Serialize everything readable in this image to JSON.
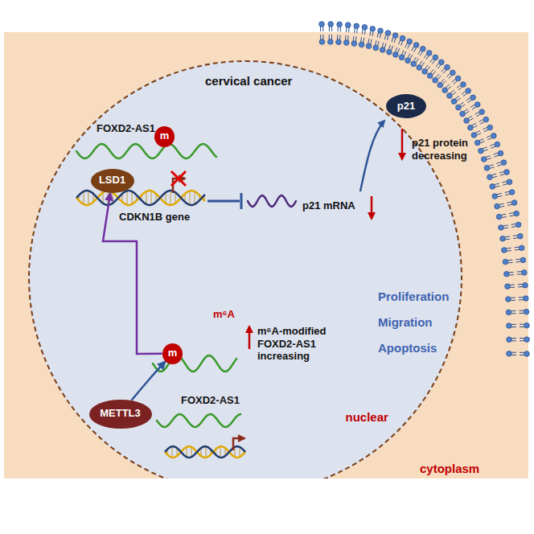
{
  "diagram": {
    "nodes": [
      {
        "text": [
          "cervical cancer",
          "cytoplasm"
        ]
      },
      {
        "text": [
          "nuclear"
        ],
        "in": 0
      },
      {
        "text": [
          "m"
        ],
        "in": 1
      },
      {
        "text": [
          "LSD1"
        ],
        "in": 1
      },
      {
        "text": [
          "p21"
        ],
        "in": 0
      },
      {
        "text": [
          "m"
        ],
        "in": 1
      },
      {
        "text": [
          "METTL3"
        ],
        "in": 1
      }
    ],
    "edges": [
      {
        "from": 6,
        "to": 5,
        "arrow": "to"
      },
      {
        "from": 5,
        "to": 3,
        "arrow": "to"
      }
    ],
    "labels": [
      "FOXD2-AS1",
      "CDKN1B gene",
      "p21 mRNA",
      "p21 protein decreasing",
      "m⁶A",
      "m⁶A-modified FOXD2-AS1 increasing",
      "FOXD2-AS1",
      "Proliferation",
      "Migration",
      "Apoptosis"
    ]
  }
}
